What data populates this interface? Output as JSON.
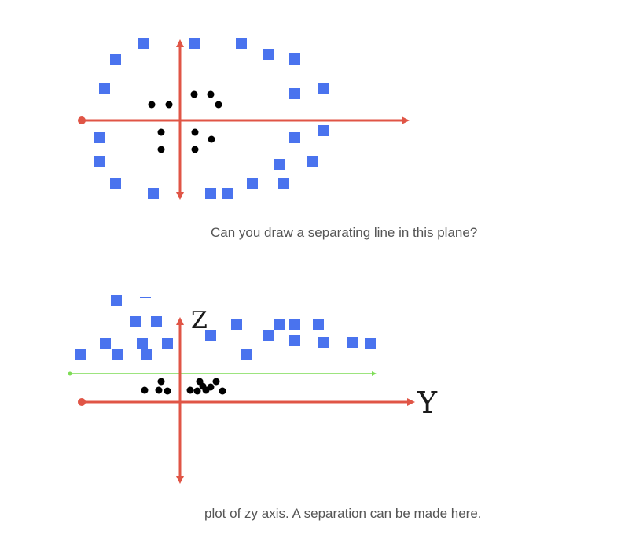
{
  "colors": {
    "axis": "#e05546",
    "square": "#4a73ee",
    "dot": "#000000",
    "separator": "#7ddc55",
    "caption": "#555555"
  },
  "figure1": {
    "caption": "Can you draw a separating line in this plane?",
    "squares": [
      [
        183,
        55
      ],
      [
        248,
        55
      ],
      [
        307,
        55
      ],
      [
        147,
        76
      ],
      [
        342,
        69
      ],
      [
        375,
        75
      ],
      [
        133,
        113
      ],
      [
        375,
        119
      ],
      [
        411,
        113
      ],
      [
        126,
        175
      ],
      [
        375,
        175
      ],
      [
        411,
        166
      ],
      [
        126,
        205
      ],
      [
        356,
        209
      ],
      [
        398,
        205
      ],
      [
        147,
        233
      ],
      [
        195,
        246
      ],
      [
        268,
        246
      ],
      [
        289,
        246
      ],
      [
        321,
        233
      ],
      [
        361,
        233
      ]
    ],
    "dots": [
      [
        193,
        133
      ],
      [
        215,
        133
      ],
      [
        247,
        120
      ],
      [
        268,
        120
      ],
      [
        278,
        133
      ],
      [
        205,
        168
      ],
      [
        248,
        168
      ],
      [
        269,
        177
      ],
      [
        205,
        190
      ],
      [
        248,
        190
      ]
    ]
  },
  "figure2": {
    "caption": "plot of zy axis. A separation can be made here.",
    "z_label": "Z",
    "y_label": "Y",
    "squares": [
      [
        148,
        22
      ],
      [
        173,
        49
      ],
      [
        199,
        49
      ],
      [
        301,
        52
      ],
      [
        355,
        53
      ],
      [
        375,
        53
      ],
      [
        405,
        53
      ],
      [
        134,
        77
      ],
      [
        181,
        77
      ],
      [
        213,
        77
      ],
      [
        268,
        67
      ],
      [
        342,
        67
      ],
      [
        375,
        73
      ],
      [
        103,
        91
      ],
      [
        150,
        91
      ],
      [
        187,
        91
      ],
      [
        313,
        90
      ],
      [
        411,
        75
      ],
      [
        448,
        75
      ],
      [
        471,
        77
      ]
    ],
    "dots": [
      [
        205,
        125
      ],
      [
        184,
        136
      ],
      [
        202,
        136
      ],
      [
        213,
        137
      ],
      [
        254,
        125
      ],
      [
        275,
        125
      ],
      [
        242,
        136
      ],
      [
        251,
        137
      ],
      [
        262,
        136
      ],
      [
        283,
        137
      ],
      [
        258,
        131
      ],
      [
        268,
        132
      ]
    ]
  }
}
